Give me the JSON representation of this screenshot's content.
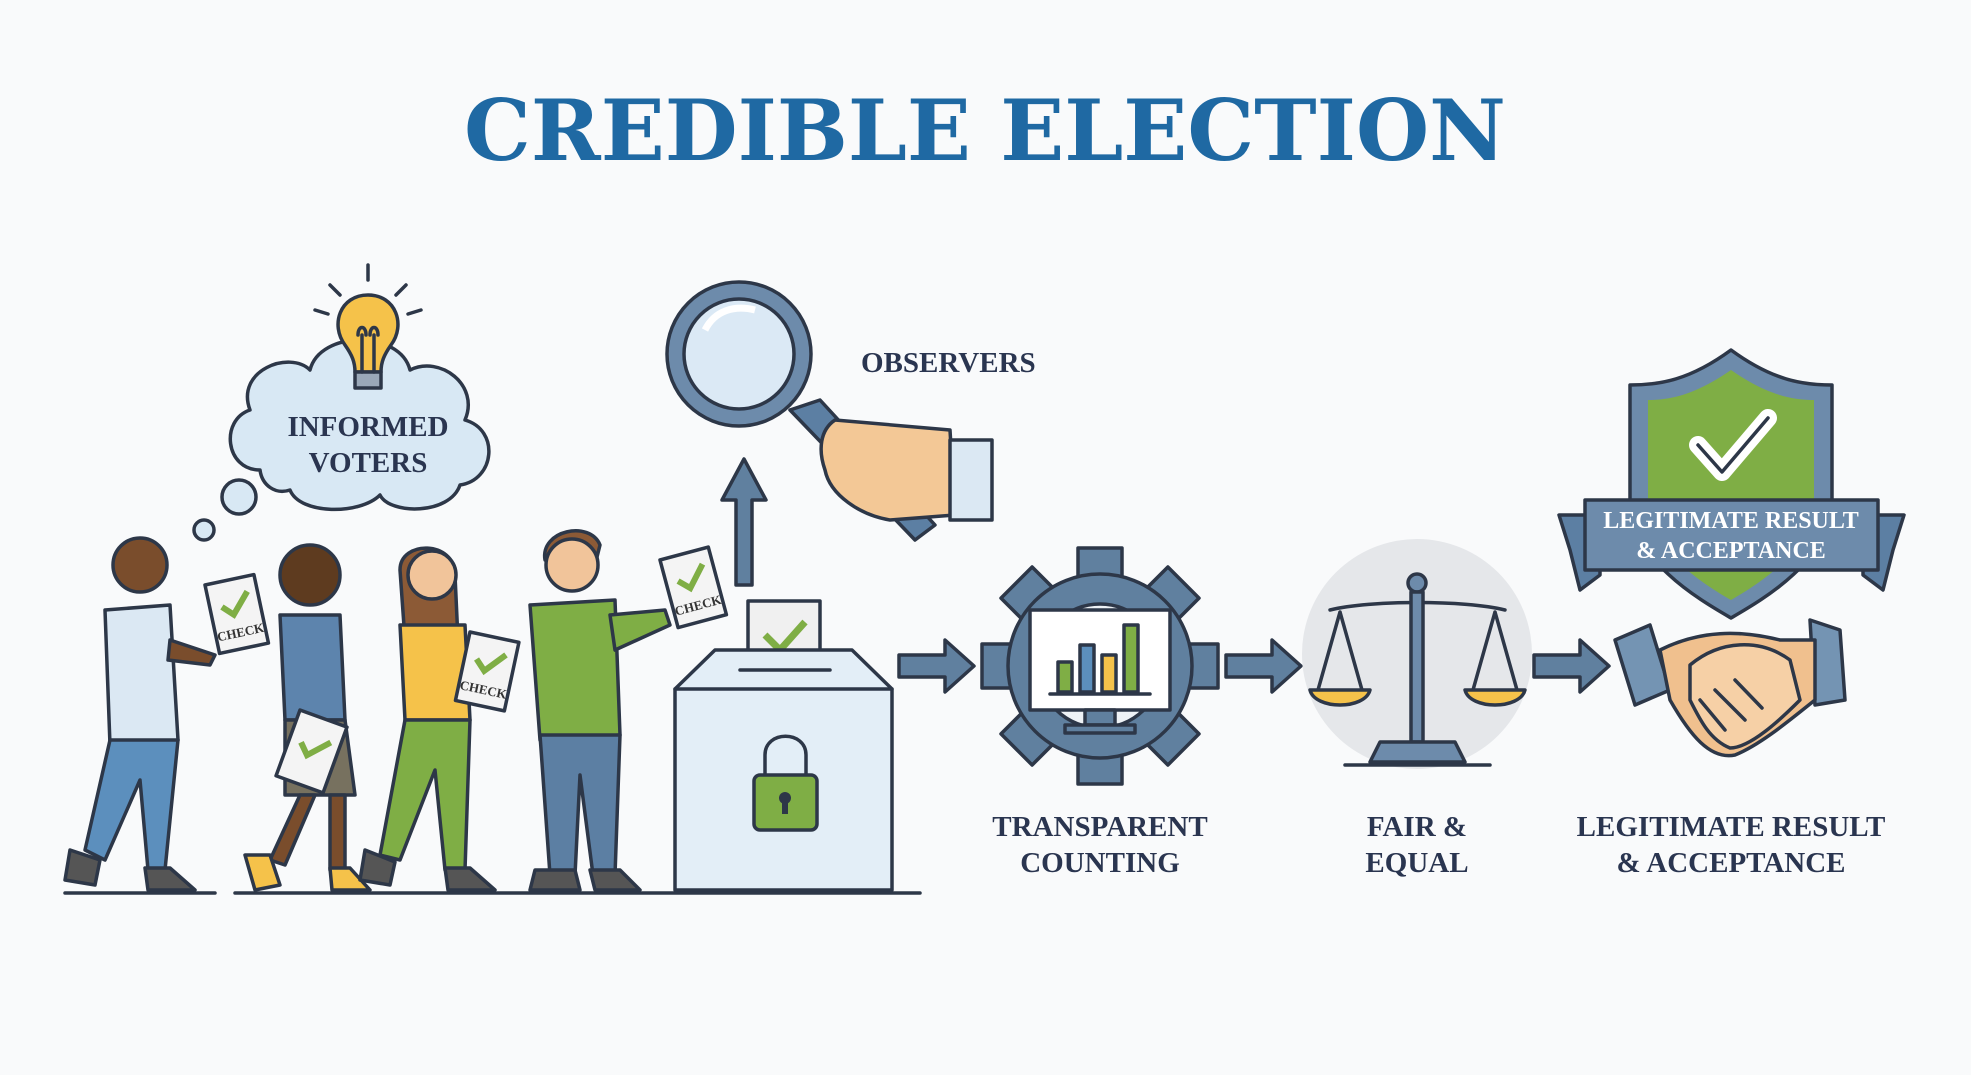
{
  "title": "CREDIBLE ELECTION",
  "thought_cloud": {
    "line1": "INFORMED",
    "line2": "VOTERS"
  },
  "ballot_label": "CHECK",
  "observers_label": "OBSERVERS",
  "steps": [
    {
      "line1": "TRANSPARENT",
      "line2": "COUNTING"
    },
    {
      "line1": "FAIR &",
      "line2": "EQUAL"
    },
    {
      "line1": "LEGITIMATE RESULT",
      "line2": "& ACCEPTANCE"
    }
  ],
  "ribbon": {
    "line1": "LEGITIMATE RESULT",
    "line2": "& ACCEPTANCE"
  },
  "colors": {
    "title": "#1f69a3",
    "slate": "#60809f",
    "green": "#7fae45",
    "yellow": "#f5c24a",
    "sky": "#d8e8f4"
  }
}
